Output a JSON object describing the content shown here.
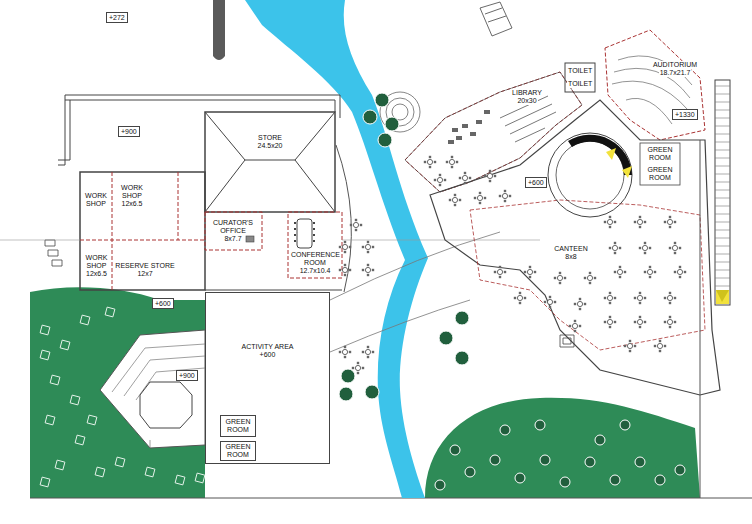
{
  "diagram": {
    "nodes": [
      {
        "text": [
          "WORK SHOP"
        ]
      },
      {
        "text": [
          "WORK SHOP",
          "12x6.5"
        ]
      },
      {
        "text": [
          "STORE",
          "24.5x20"
        ]
      },
      {
        "text": [
          "WORK SHOP",
          "12x6.5"
        ]
      },
      {
        "text": [
          "RESERVE STORE",
          "12x7"
        ]
      },
      {
        "text": [
          "CURATOR'S OFFICE",
          "8x7.7"
        ]
      },
      {
        "text": [
          "CONFERENCE ROOM",
          "12.7x10.4"
        ]
      },
      {
        "text": [
          "ACTIVITY AREA",
          "+600"
        ]
      },
      {
        "text": [
          "GREEN ROOM"
        ],
        "in": 7
      },
      {
        "text": [
          "GREEN ROOM"
        ],
        "in": 7
      },
      {
        "text": [
          "LIBRARY",
          "20x30"
        ]
      },
      {
        "text": [
          "TOILET"
        ]
      },
      {
        "text": [
          "TOILET"
        ]
      },
      {
        "text": [
          "AUDITORIUM",
          "18.7x21.7"
        ]
      },
      {
        "text": [
          "GREEN ROOM"
        ]
      },
      {
        "text": [
          "GREEN ROOM"
        ]
      },
      {
        "text": [
          "CANTEEN",
          "8x8"
        ]
      }
    ],
    "labels": [
      "+272",
      "+900",
      "+600",
      "+900",
      "+1330",
      "+600"
    ]
  }
}
